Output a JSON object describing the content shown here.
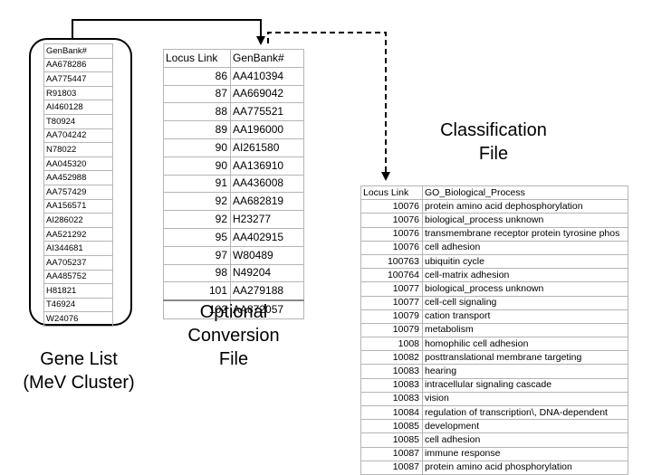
{
  "gene_list": {
    "header": "GenBank#",
    "rows": [
      "AA678286",
      "AA775447",
      "R91803",
      "AI460128",
      "T80924",
      "AA704242",
      "N78022",
      "AA045320",
      "AA452988",
      "AA757429",
      "AA156571",
      "AI286022",
      "AA521292",
      "AI344681",
      "AA705237",
      "AA485752",
      "H81821",
      "T46924",
      "W24076"
    ],
    "caption_line1": "Gene List",
    "caption_line2": "(MeV Cluster)"
  },
  "conversion": {
    "headers": [
      "Locus Link",
      "GenBank#"
    ],
    "rows": [
      [
        "86",
        "AA410394"
      ],
      [
        "87",
        "AA669042"
      ],
      [
        "88",
        "AA775521"
      ],
      [
        "89",
        "AA196000"
      ],
      [
        "90",
        "AI261580"
      ],
      [
        "90",
        "AA136910"
      ],
      [
        "91",
        "AA436008"
      ],
      [
        "92",
        "AA682819"
      ],
      [
        "92",
        "H23277"
      ],
      [
        "95",
        "AA402915"
      ],
      [
        "97",
        "W80489"
      ],
      [
        "98",
        "N49204"
      ],
      [
        "101",
        "AA279188"
      ],
      [
        "102",
        "AA872057"
      ]
    ],
    "caption_line1": "Optional",
    "caption_line2": "Conversion",
    "caption_line3": "File"
  },
  "classification": {
    "headers": [
      "Locus Link",
      "GO_Biological_Process"
    ],
    "rows": [
      [
        "10076",
        "protein amino acid dephosphorylation"
      ],
      [
        "10076",
        "biological_process unknown"
      ],
      [
        "10076",
        "transmembrane receptor protein tyrosine phos"
      ],
      [
        "10076",
        "cell adhesion"
      ],
      [
        "100763",
        "ubiquitin cycle"
      ],
      [
        "100764",
        "cell-matrix adhesion"
      ],
      [
        "10077",
        "biological_process unknown"
      ],
      [
        "10077",
        "cell-cell signaling"
      ],
      [
        "10079",
        "cation transport"
      ],
      [
        "10079",
        "metabolism"
      ],
      [
        "1008",
        "homophilic cell adhesion"
      ],
      [
        "10082",
        "posttranslational membrane targeting"
      ],
      [
        "10083",
        "hearing"
      ],
      [
        "10083",
        "intracellular signaling cascade"
      ],
      [
        "10083",
        "vision"
      ],
      [
        "10084",
        "regulation of transcription\\, DNA-dependent"
      ],
      [
        "10085",
        "development"
      ],
      [
        "10085",
        "cell adhesion"
      ],
      [
        "10087",
        "immune response"
      ],
      [
        "10087",
        "protein amino acid phosphorylation"
      ]
    ],
    "caption_line1": "Classification",
    "caption_line2": "File"
  }
}
